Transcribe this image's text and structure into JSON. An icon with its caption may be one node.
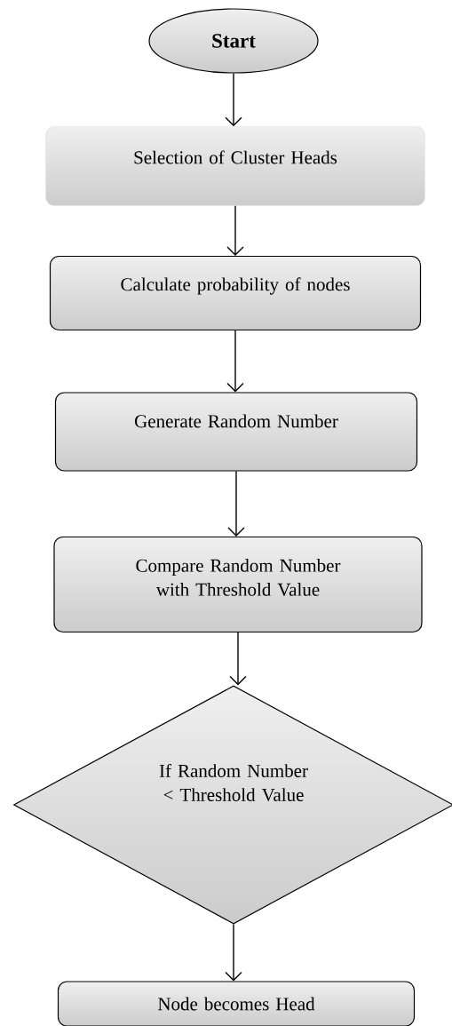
{
  "diagram": {
    "nodes": [
      {
        "text": [
          "Start"
        ]
      },
      {
        "text": [
          "Selection of Cluster Heads"
        ]
      },
      {
        "text": [
          "Calculate probability of nodes"
        ]
      },
      {
        "text": [
          "Generate Random Number"
        ]
      },
      {
        "text": [
          "Compare Random Number with Threshold Value"
        ]
      },
      {
        "text": [
          "If Random Number < Threshold Value"
        ]
      },
      {
        "text": [
          "Node becomes Head"
        ]
      }
    ],
    "edges": [
      {
        "from": 0,
        "to": 1,
        "arrow": "to"
      },
      {
        "from": 1,
        "to": 2,
        "arrow": "to"
      },
      {
        "from": 2,
        "to": 3,
        "arrow": "to"
      },
      {
        "from": 3,
        "to": 4,
        "arrow": "to"
      },
      {
        "from": 4,
        "to": 5,
        "arrow": "to"
      },
      {
        "from": 5,
        "to": 6,
        "arrow": "to"
      }
    ]
  }
}
